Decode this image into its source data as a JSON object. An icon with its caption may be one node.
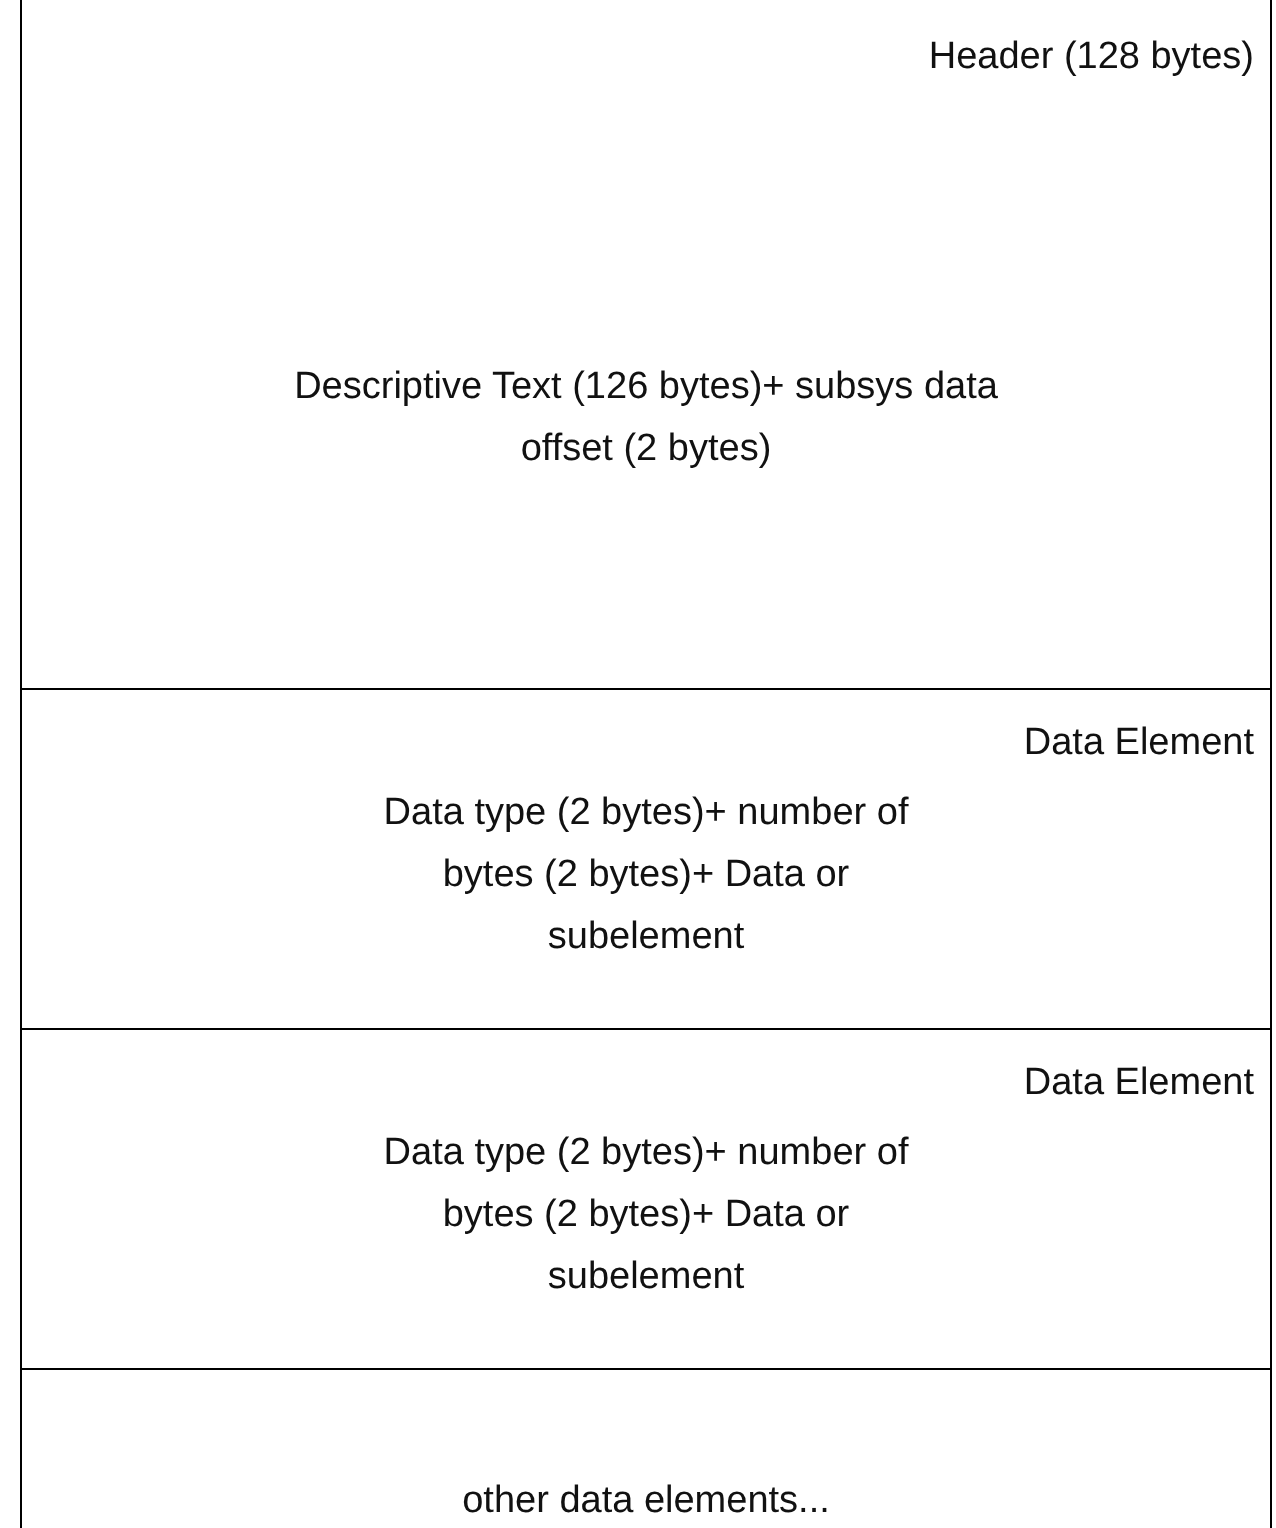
{
  "diagram": {
    "nodes": [
      {
        "text": [
          "Header (128 bytes)",
          "Descriptive Text (126 bytes)+ subsys data offset (2 bytes)"
        ]
      },
      {
        "text": [
          "Data Element",
          "Data type (2 bytes)+ number of bytes (2 bytes)+ Data or subelement"
        ]
      },
      {
        "text": [
          "Data Element",
          "Data type (2 bytes)+ number of bytes (2 bytes)+ Data or subelement"
        ]
      },
      {
        "text": [
          "other data elements..."
        ]
      }
    ]
  }
}
